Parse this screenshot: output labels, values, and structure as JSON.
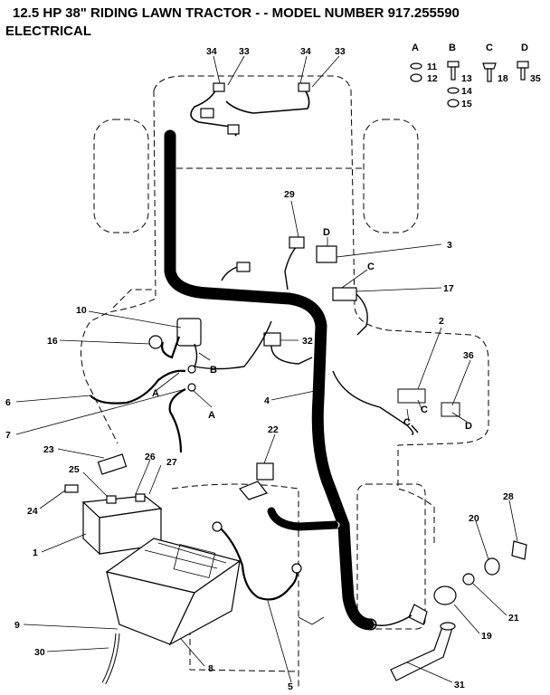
{
  "header": {
    "title": "12.5 HP 38\" RIDING LAWN TRACTOR - - MODEL NUMBER 917.255590",
    "subtitle": "ELECTRICAL"
  },
  "hardware_legend": {
    "groups": [
      {
        "letter": "A",
        "parts": [
          "11",
          "12"
        ]
      },
      {
        "letter": "B",
        "parts": [
          "13",
          "14",
          "15"
        ]
      },
      {
        "letter": "C",
        "parts": [
          "18"
        ]
      },
      {
        "letter": "D",
        "parts": [
          "35"
        ]
      }
    ]
  },
  "callouts": {
    "c34a": "34",
    "c33a": "33",
    "c34b": "34",
    "c33b": "33",
    "c29": "29",
    "c3": "3",
    "c17": "17",
    "c10": "10",
    "c16": "16",
    "c32": "32",
    "c2": "2",
    "c36": "36",
    "c6": "6",
    "c4": "4",
    "c7": "7",
    "c22": "22",
    "c23": "23",
    "c25": "25",
    "c26": "26",
    "c27": "27",
    "c24": "24",
    "c28": "28",
    "c20": "20",
    "c1": "1",
    "c21": "21",
    "c9": "9",
    "c19": "19",
    "c30": "30",
    "c8": "8",
    "c5": "5",
    "c31": "31"
  },
  "letters": {
    "d1": "D",
    "c1": "C",
    "b1": "B",
    "a1": "A",
    "a2": "A",
    "c2": "C",
    "c3": "C",
    "d2": "D"
  }
}
